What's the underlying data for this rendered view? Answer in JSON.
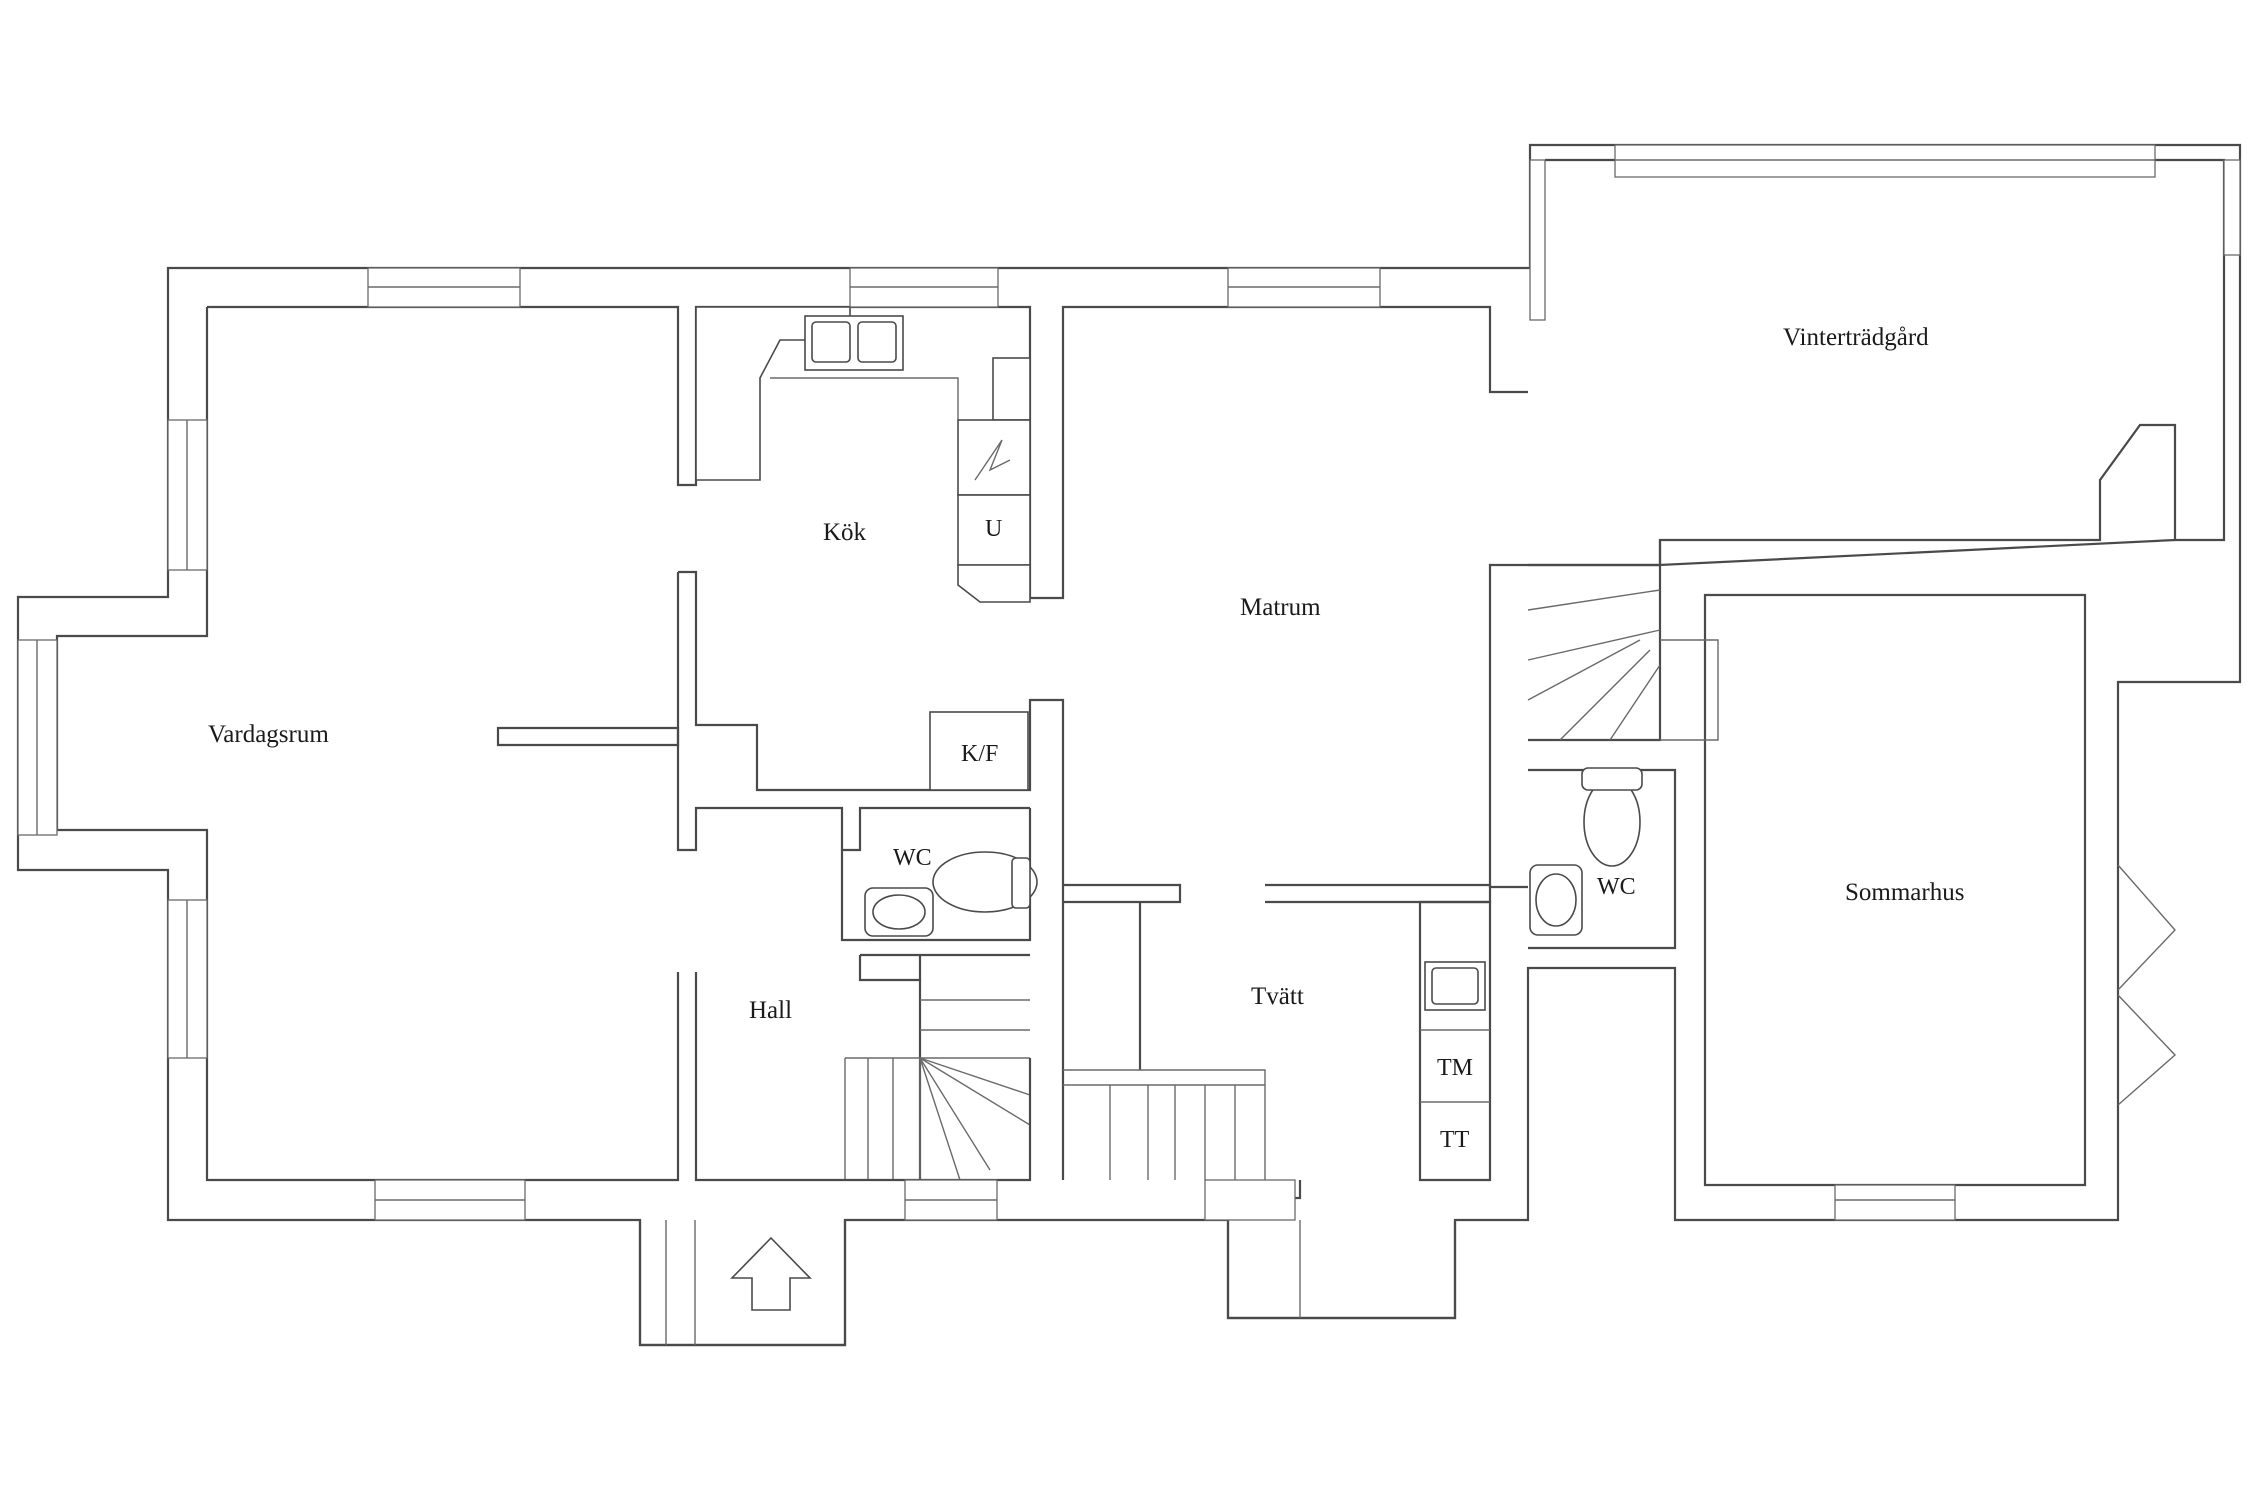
{
  "rooms": {
    "vardagsrum": "Vardagsrum",
    "kok": "Kök",
    "matrum": "Matrum",
    "vintertradgard": "Vinterträdgård",
    "hall": "Hall",
    "tvatt": "Tvätt",
    "sommarhus": "Sommarhus",
    "wc_main": "WC",
    "wc_side": "WC"
  },
  "fixtures": {
    "u": "U",
    "kf": "K/F",
    "tm": "TM",
    "tt": "TT"
  },
  "colors": {
    "wall": "#4a4a4a",
    "background": "#ffffff",
    "text": "#1a1a1a"
  },
  "icons": [
    "entrance-arrow-icon",
    "toilet-icon",
    "washbasin-icon",
    "sink-icon",
    "stove-icon",
    "staircase-icon"
  ]
}
